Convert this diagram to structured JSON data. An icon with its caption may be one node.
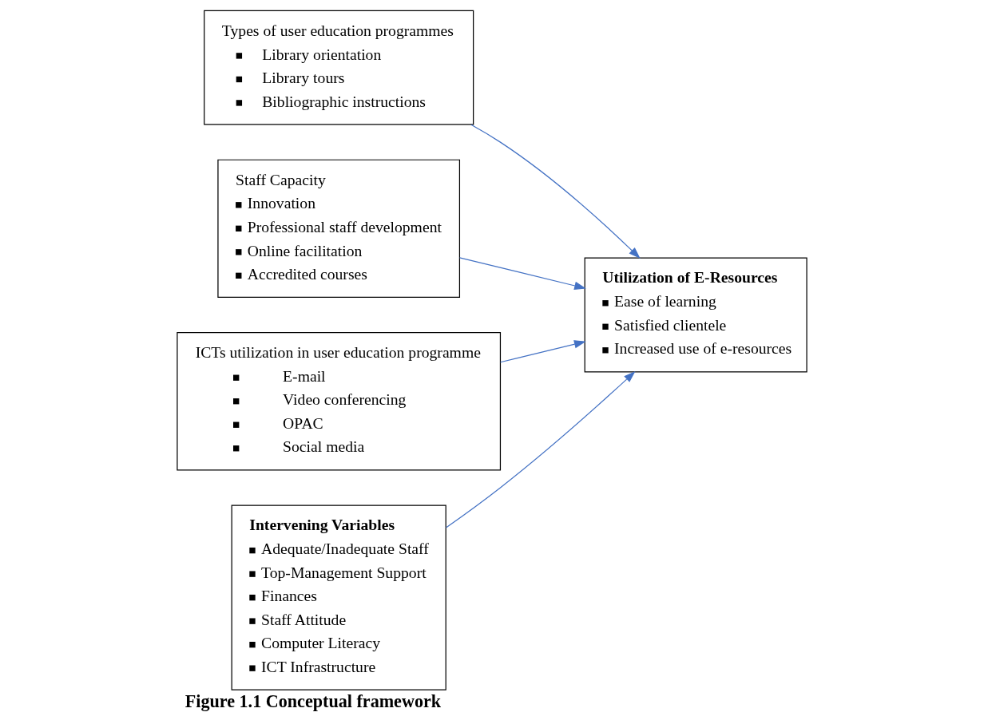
{
  "diagram": {
    "caption": "Figure 1.1 Conceptual framework",
    "nodes": [
      {
        "text": [
          "Types of user education programmes",
          "Library orientation",
          "Library tours",
          "Bibliographic instructions"
        ]
      },
      {
        "text": [
          "Staff Capacity",
          "Innovation",
          "Professional staff development",
          "Online facilitation",
          "Accredited courses"
        ]
      },
      {
        "text": [
          "ICTs utilization in user education programme",
          "E-mail",
          "Video conferencing",
          "OPAC",
          "Social media"
        ]
      },
      {
        "text": [
          "Utilization of E-Resources",
          "Ease of learning",
          "Satisfied clientele",
          "Increased use of e-resources"
        ]
      },
      {
        "text": [
          "Intervening Variables",
          "Adequate/Inadequate Staff",
          "Top-Management Support",
          "Finances",
          "Staff Attitude",
          "Computer Literacy",
          "ICT Infrastructure"
        ]
      }
    ],
    "edges": [
      {
        "from": 0,
        "to": 3,
        "arrow": "to"
      },
      {
        "from": 1,
        "to": 3,
        "arrow": "to"
      },
      {
        "from": 2,
        "to": 3,
        "arrow": "to"
      },
      {
        "from": 4,
        "to": 3,
        "arrow": "to"
      }
    ]
  }
}
